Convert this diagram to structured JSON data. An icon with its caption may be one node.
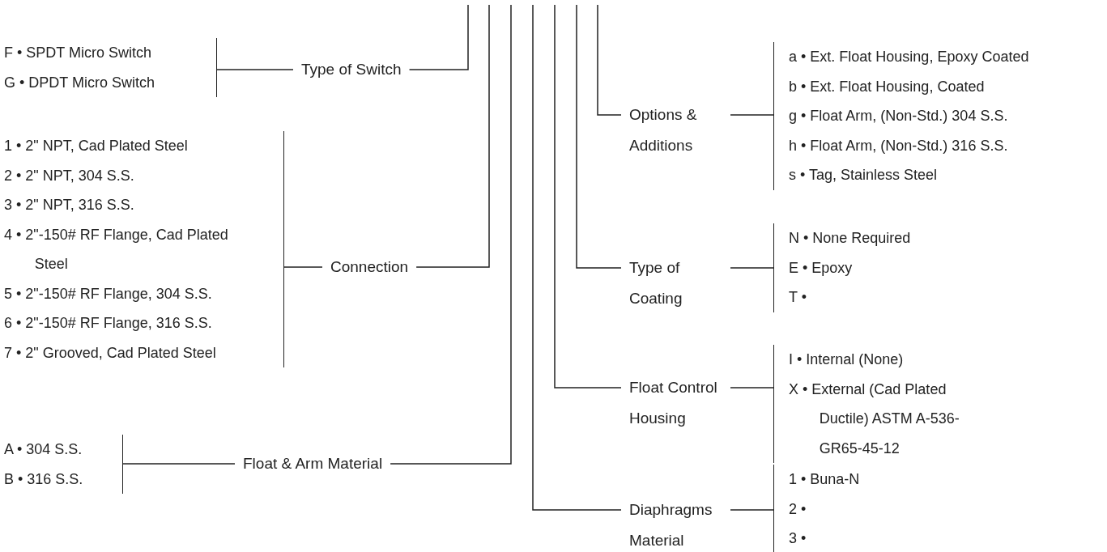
{
  "diagram": {
    "nodes": [
      {
        "text": [
          "F • SPDT Micro Switch",
          "G • DPDT Micro Switch"
        ]
      },
      {
        "text": [
          "Type of Switch"
        ]
      },
      {
        "text": [
          "1 • 2\" NPT, Cad Plated Steel",
          "2 • 2\" NPT, 304 S.S.",
          "3 • 2\" NPT, 316 S.S.",
          "4 • 2\"-150# RF Flange, Cad Plated Steel",
          "5 • 2\"-150# RF Flange, 304 S.S.",
          "6 • 2\"-150# RF Flange, 316 S.S.",
          "7 • 2\" Grooved, Cad Plated Steel"
        ]
      },
      {
        "text": [
          "Connection"
        ]
      },
      {
        "text": [
          "A • 304 S.S.",
          "B • 316 S.S."
        ]
      },
      {
        "text": [
          "Float & Arm Material"
        ]
      },
      {
        "text": [
          "Options & Additions"
        ]
      },
      {
        "text": [
          "a • Ext. Float Housing, Epoxy Coated",
          "b • Ext. Float Housing, Coated",
          "g • Float Arm, (Non-Std.) 304 S.S.",
          "h • Float Arm, (Non-Std.) 316 S.S.",
          "s • Tag, Stainless Steel"
        ]
      },
      {
        "text": [
          "Type of Coating"
        ]
      },
      {
        "text": [
          "N • None Required",
          "E • Epoxy",
          "T •"
        ]
      },
      {
        "text": [
          "Float Control Housing"
        ]
      },
      {
        "text": [
          "I • Internal (None)",
          "X • External (Cad Plated Ductile) ASTM A-536-GR65-45-12"
        ]
      },
      {
        "text": [
          "Diaphragms Material"
        ]
      },
      {
        "text": [
          "1 • Buna-N",
          "2 •",
          "3 •"
        ]
      }
    ],
    "edges": [
      {
        "from": 1,
        "to": 0,
        "arrow": "none"
      },
      {
        "from": 3,
        "to": 2,
        "arrow": "none"
      },
      {
        "from": 5,
        "to": 4,
        "arrow": "none"
      },
      {
        "from": 6,
        "to": 7,
        "arrow": "none"
      },
      {
        "from": 8,
        "to": 9,
        "arrow": "none"
      },
      {
        "from": 10,
        "to": 11,
        "arrow": "none"
      },
      {
        "from": 12,
        "to": 13,
        "arrow": "none"
      },
      {
        "from": 1,
        "to": null,
        "arrow": "none"
      },
      {
        "from": 3,
        "to": null,
        "arrow": "none"
      },
      {
        "from": 5,
        "to": null,
        "arrow": "none"
      },
      {
        "from": 6,
        "to": null,
        "arrow": "none"
      },
      {
        "from": 8,
        "to": null,
        "arrow": "none"
      },
      {
        "from": 10,
        "to": null,
        "arrow": "none"
      },
      {
        "from": 12,
        "to": null,
        "arrow": "none"
      }
    ]
  }
}
